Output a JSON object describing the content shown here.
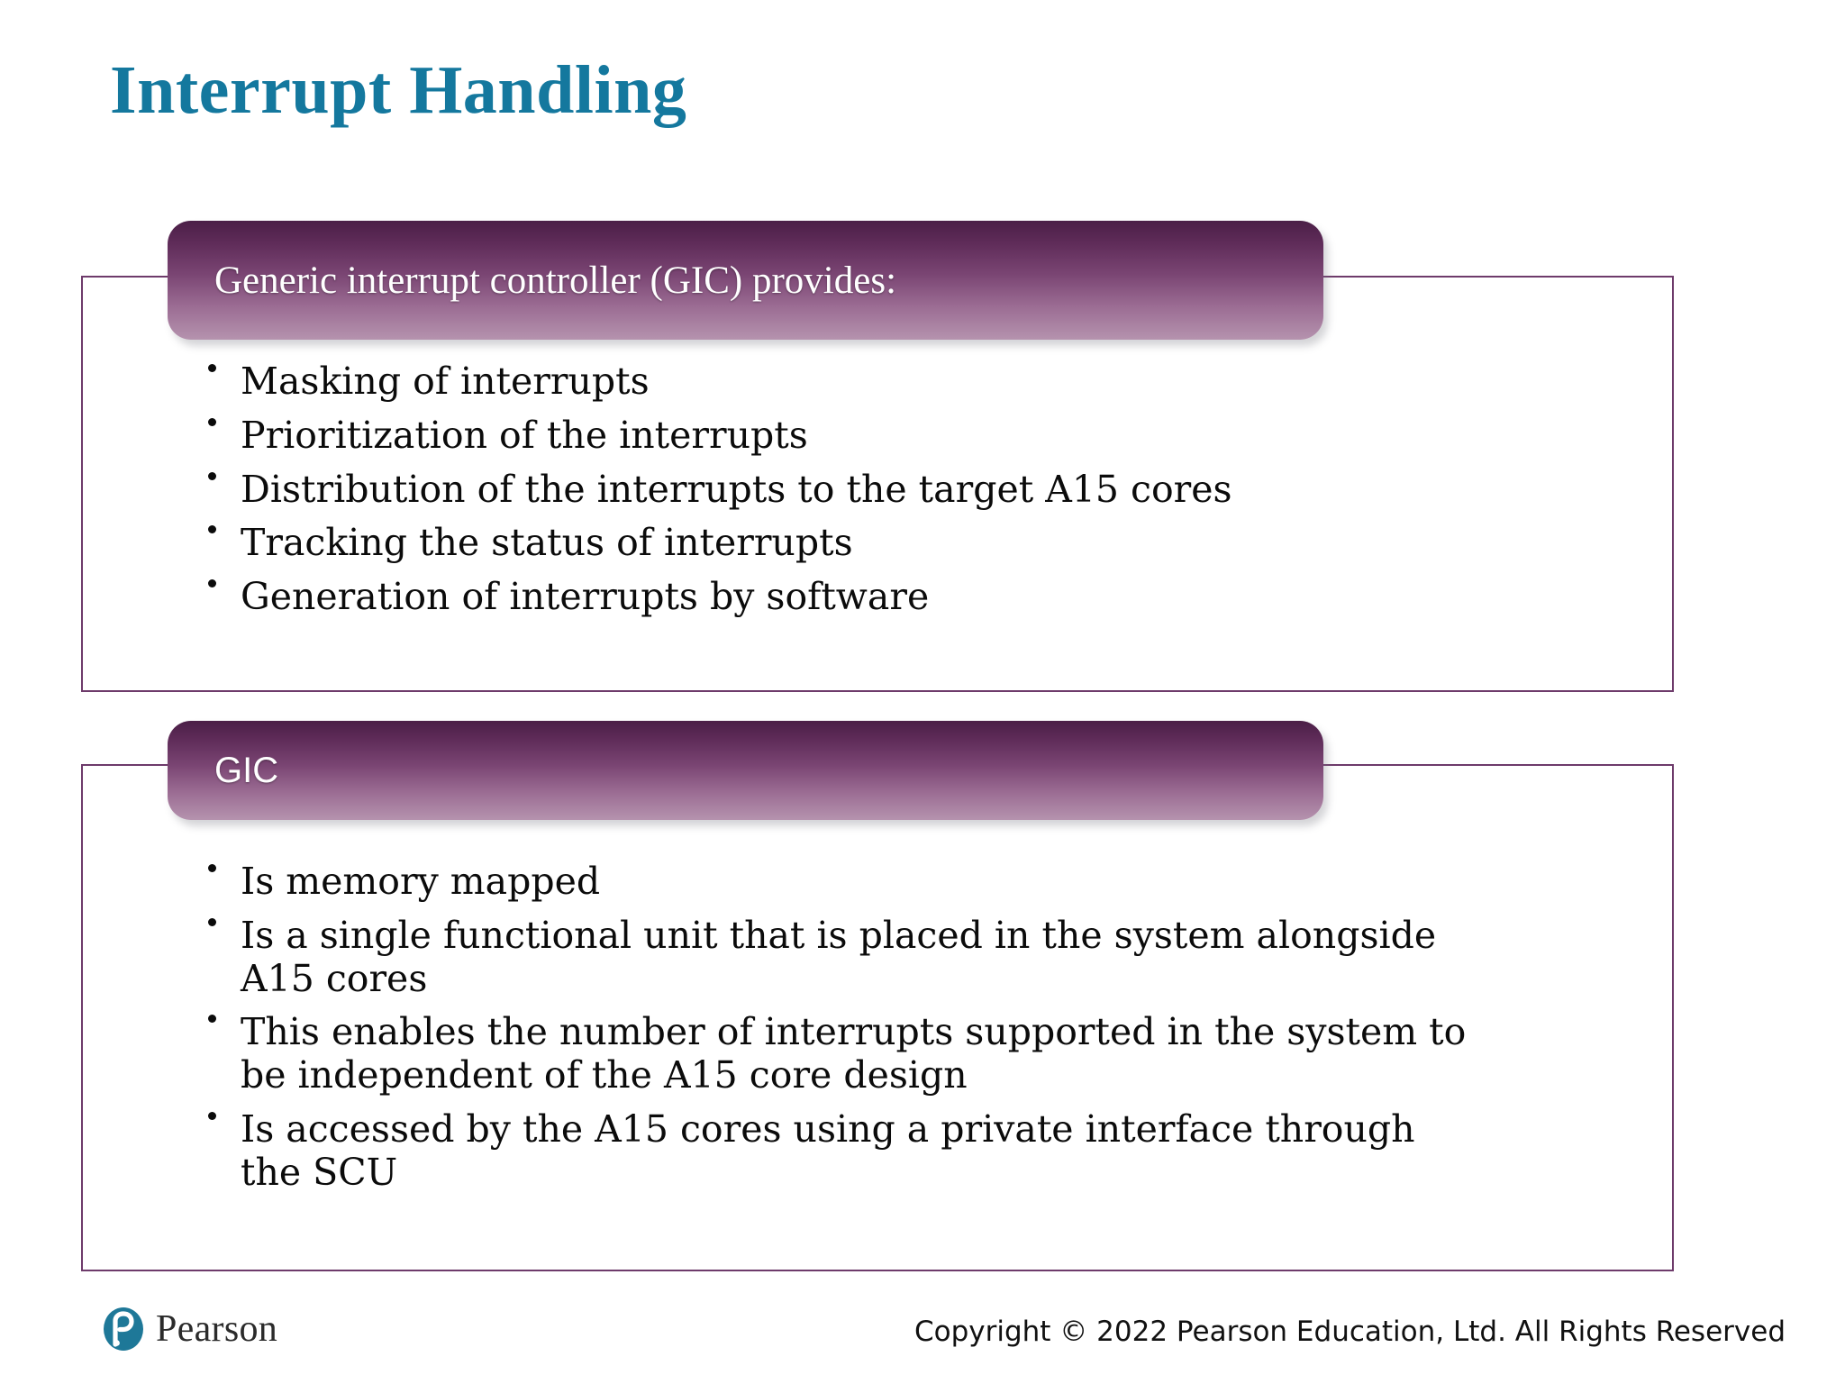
{
  "slide": {
    "title": "Interrupt Handling",
    "title_color": "#14789E"
  },
  "sections": [
    {
      "banner_label": "Generic interrupt controller (GIC) provides:",
      "bullets": [
        "Masking of interrupts",
        "Prioritization of the interrupts",
        "Distribution of the interrupts to the target A15 cores",
        "Tracking the status of interrupts",
        "Generation of interrupts by software"
      ]
    },
    {
      "banner_label": "GIC",
      "bullets": [
        "Is memory mapped",
        "Is a single functional unit that is placed in the system alongside A15 cores",
        "This enables the number of interrupts supported in the system to be independent of the A15 core design",
        "Is accessed by the A15 cores using a private interface through the SCU"
      ]
    }
  ],
  "footer": {
    "logo_text": "Pearson",
    "logo_icon": "pearson-p-icon",
    "logo_color": "#1E7898",
    "copyright": "Copyright © 2022 Pearson Education, Ltd. All Rights Reserved"
  },
  "theme": {
    "banner_top": "#4B1F47",
    "banner_bottom": "#B593AE",
    "outline": "#6E3B6B"
  }
}
